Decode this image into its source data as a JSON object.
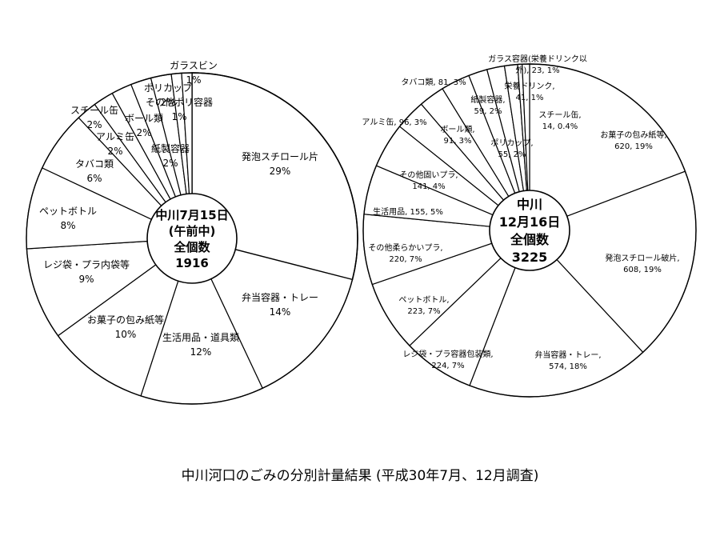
{
  "caption": "中川河口のごみの分別計量結果 (平成30年7月、12月調査)",
  "chart_data": [
    {
      "type": "pie",
      "center_text": [
        "中川7月15日",
        "(午前中)",
        "全個数",
        "1916"
      ],
      "total": 1916,
      "slices": [
        {
          "label": [
            "発泡スチロール片",
            "29%"
          ],
          "value": 29
        },
        {
          "label": [
            "弁当容器・トレー",
            "14%"
          ],
          "value": 14
        },
        {
          "label": [
            "生活用品・道具類",
            "12%"
          ],
          "value": 12
        },
        {
          "label": [
            "お菓子の包み紙等",
            "10%"
          ],
          "value": 10
        },
        {
          "label": [
            "レジ袋・プラ内袋等",
            "9%"
          ],
          "value": 9
        },
        {
          "label": [
            "ペットボトル",
            "8%"
          ],
          "value": 8
        },
        {
          "label": [
            "タバコ類",
            "6%"
          ],
          "value": 6
        },
        {
          "label": [
            "紙製容器",
            "2%"
          ],
          "value": 2
        },
        {
          "label": [
            "アルミ缶",
            "2%"
          ],
          "value": 2
        },
        {
          "label": [
            "スチール缶",
            "2%"
          ],
          "value": 2
        },
        {
          "label": [
            "ボール類",
            "2%"
          ],
          "value": 2
        },
        {
          "label": [
            "ポリカップ",
            "2%"
          ],
          "value": 2
        },
        {
          "label": [
            "その他ポリ容器",
            "1%"
          ],
          "value": 1
        },
        {
          "label": [
            "ガラスビン",
            "1%"
          ],
          "value": 1
        }
      ]
    },
    {
      "type": "pie",
      "center_text": [
        "中川",
        "12月16日",
        "全個数",
        "3225"
      ],
      "total": 3225,
      "slices": [
        {
          "label": [
            "お菓子の包み紙等,",
            "620, 19%"
          ],
          "value": 620
        },
        {
          "label": [
            "発泡スチロール破片,",
            "608, 19%"
          ],
          "value": 608
        },
        {
          "label": [
            "弁当容器・トレー,",
            "574, 18%"
          ],
          "value": 574
        },
        {
          "label": [
            "レジ袋・プラ容器包装類,",
            "224, 7%"
          ],
          "value": 224
        },
        {
          "label": [
            "ペットボトル,",
            "223, 7%"
          ],
          "value": 223
        },
        {
          "label": [
            "その他柔らかいプラ,",
            "220, 7%"
          ],
          "value": 220
        },
        {
          "label": [
            "生活用品, 155, 5%"
          ],
          "value": 155
        },
        {
          "label": [
            "その他固いプラ,",
            "141, 4%"
          ],
          "value": 141
        },
        {
          "label": [
            "アルミ缶, 96, 3%"
          ],
          "value": 96
        },
        {
          "label": [
            "タバコ類, 81, 3%"
          ],
          "value": 81
        },
        {
          "label": [
            "ボール類,",
            "91, 3%"
          ],
          "value": 91
        },
        {
          "label": [
            "紙製容器,",
            "59, 2%"
          ],
          "value": 59
        },
        {
          "label": [
            "ポリカップ,",
            "55, 2%"
          ],
          "value": 55
        },
        {
          "label": [
            "栄養ドリンク,",
            "41, 1%"
          ],
          "value": 41
        },
        {
          "label": [
            "スチール缶,",
            "14, 0.4%"
          ],
          "value": 14
        },
        {
          "label": [
            "ガラス容器(栄養ドリンク以",
            "外), 23, 1%"
          ],
          "value": 23
        }
      ]
    }
  ]
}
